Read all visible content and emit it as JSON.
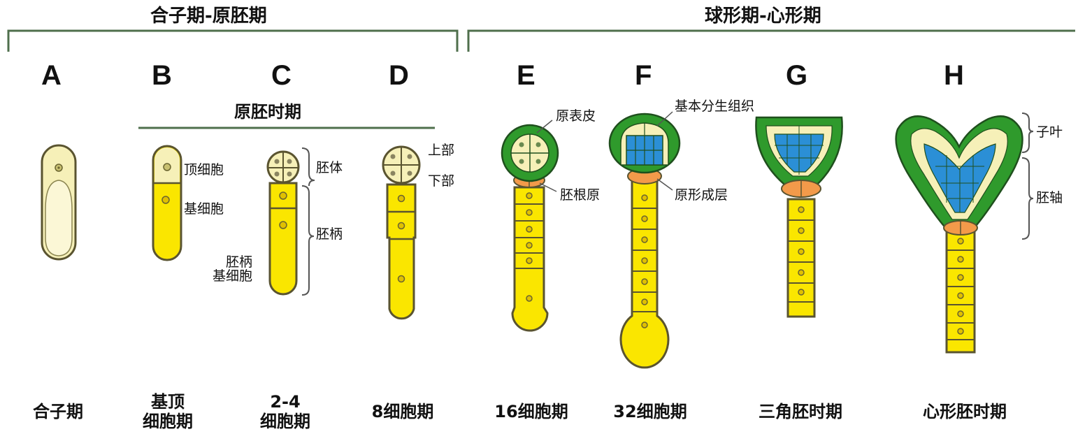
{
  "headers": {
    "left": "合子期-原胚期",
    "right": "球形期-心形期",
    "proembryo": "原胚时期"
  },
  "stages": [
    {
      "letter": "A",
      "caption": "合子期"
    },
    {
      "letter": "B",
      "caption": "基顶\n细胞期"
    },
    {
      "letter": "C",
      "caption": "2-4\n细胞期"
    },
    {
      "letter": "D",
      "caption": "8细胞期"
    },
    {
      "letter": "E",
      "caption": "16细胞期"
    },
    {
      "letter": "F",
      "caption": "32细胞期"
    },
    {
      "letter": "G",
      "caption": "三角胚时期"
    },
    {
      "letter": "H",
      "caption": "心形胚时期"
    }
  ],
  "labels": {
    "apical_cell": "顶细胞",
    "basal_cell": "基细胞",
    "embryo_proper": "胚体",
    "suspensor": "胚柄",
    "suspensor_basal_cell": "胚柄\n基细胞",
    "upper_tier": "上部",
    "lower_tier": "下部",
    "protoderm": "原表皮",
    "hypophysis": "胚根原",
    "ground_meristem": "基本分生组织",
    "procambium": "原形成层",
    "cotyledon": "子叶",
    "hypocotyl_axis": "胚轴"
  },
  "colors": {
    "yellow": "#fae600",
    "pale": "#f6f0b8",
    "green": "#2f9a2c",
    "blue": "#2b8fd6",
    "orange": "#f39a4a",
    "outline": "#5a5430",
    "bracket": "#4f6f4c"
  }
}
